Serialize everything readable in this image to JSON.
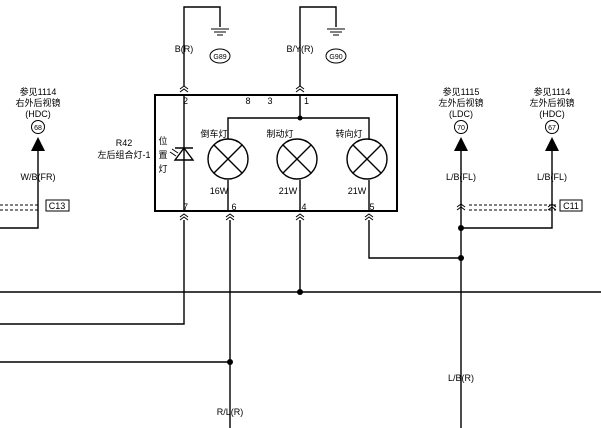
{
  "ground_b_r": {
    "wire": "B(R)",
    "ground": "G89"
  },
  "ground_b_y_r": {
    "wire": "B/Y(R)",
    "ground": "G90"
  },
  "component": {
    "ref": "R42",
    "name": "左后组合灯-1",
    "position_lamp": [
      "位",
      "置",
      "灯"
    ],
    "lamps": [
      {
        "name": "倒车灯",
        "watt": "16W"
      },
      {
        "name": "制动灯",
        "watt": "21W"
      },
      {
        "name": "转向灯",
        "watt": "21W"
      }
    ],
    "top_pins": [
      "2",
      "8",
      "3",
      "1"
    ],
    "bottom_pins": [
      "7",
      "6",
      "4",
      "5"
    ]
  },
  "ref_right_mirror": {
    "line1": "参见1114",
    "line2": "右外后视镜",
    "line3": "(HDC)",
    "num": "68",
    "wire": "W/B(FR)",
    "connector": "C13"
  },
  "ref_left_mirror_ldc": {
    "line1": "参见1115",
    "line2": "左外后视镜",
    "line3": "(LDC)",
    "num": "70",
    "wire": "L/B(FL)"
  },
  "ref_left_mirror_hdc": {
    "line1": "参见1114",
    "line2": "左外后视镜",
    "line3": "(HDC)",
    "num": "67",
    "wire": "L/B(FL)",
    "connector": "C11"
  },
  "bottom_wires": {
    "rl": "R/L(R)",
    "lb": "L/B(R)"
  }
}
